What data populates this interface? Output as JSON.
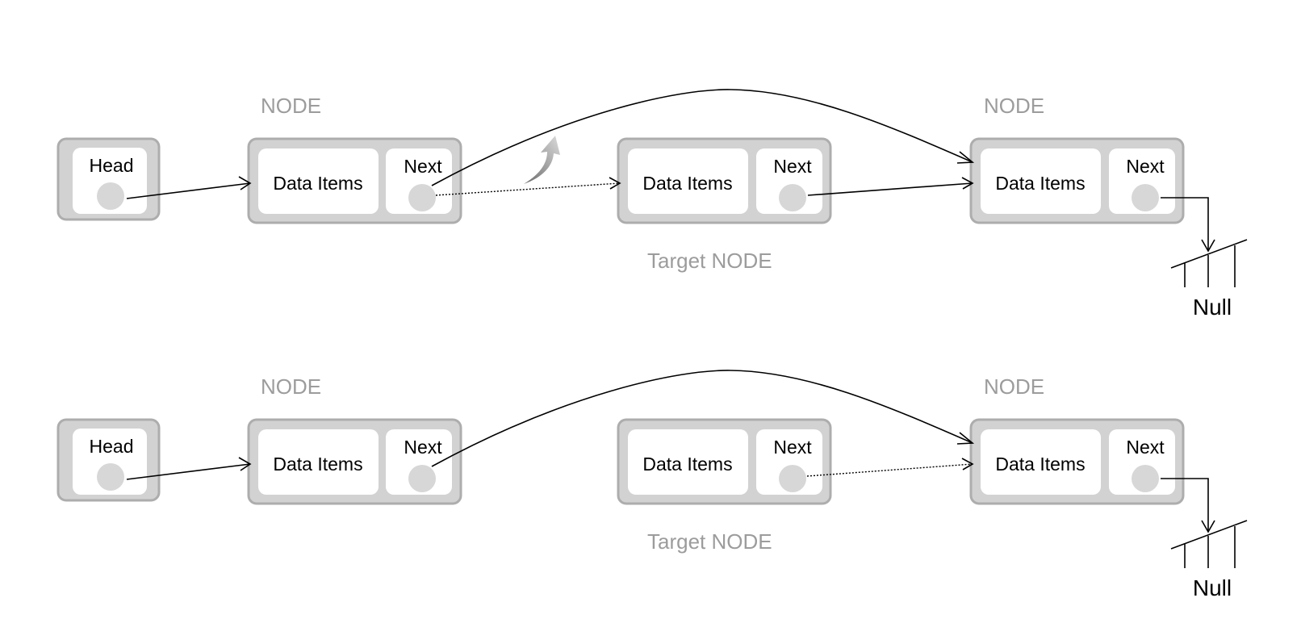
{
  "diagrams": [
    {
      "head": {
        "label": "Head"
      },
      "node_a": {
        "caption": "NODE",
        "data_label": "Data Items",
        "next_label": "Next"
      },
      "target": {
        "caption": "Target NODE",
        "data_label": "Data Items",
        "next_label": "Next"
      },
      "node_c": {
        "caption": "NODE",
        "data_label": "Data Items",
        "next_label": "Next"
      },
      "null_label": "Null"
    },
    {
      "head": {
        "label": "Head"
      },
      "node_a": {
        "caption": "NODE",
        "data_label": "Data Items",
        "next_label": "Next"
      },
      "target": {
        "caption": "Target NODE",
        "data_label": "Data Items",
        "next_label": "Next"
      },
      "node_c": {
        "caption": "NODE",
        "data_label": "Data Items",
        "next_label": "Next"
      },
      "null_label": "Null"
    }
  ]
}
